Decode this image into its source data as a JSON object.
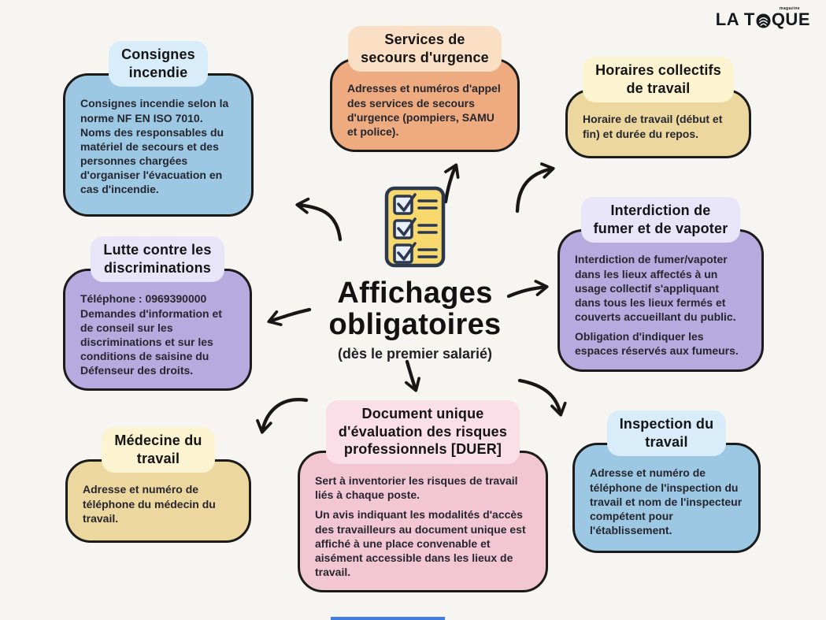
{
  "brand": {
    "part1": "LA T",
    "part2": "QUE",
    "tagline": "magazine"
  },
  "center": {
    "title": "Affichages\nobligatoires",
    "subtitle": "(dès le premier salarié)",
    "icon": "checklist-icon"
  },
  "palette": {
    "background": "#f7f5f2",
    "ink": "#1b1b1b",
    "body_text": "#26262e",
    "icon_yellow": "#f8d96d",
    "icon_navy": "#2c3850",
    "checkbox_fill": "#e9eefb"
  },
  "nodes": [
    {
      "id": "consignes-incendie",
      "title": "Consignes\nincendie",
      "body1": "Consignes incendie selon la norme NF EN ISO 7010. Noms des responsables du matériel de secours et des personnes chargées d'organiser l'évacuation en cas d'incendie.",
      "colors": {
        "pill": "#d8ecfa",
        "card": "#9cc8e4"
      }
    },
    {
      "id": "services-secours-urgence",
      "title": "Services de\nsecours d'urgence",
      "body1": "Adresses et numéros d'appel des services de secours d'urgence (pompiers, SAMU et police).",
      "colors": {
        "pill": "#fbdfc4",
        "card": "#eeab80"
      }
    },
    {
      "id": "horaires-collectifs",
      "title": "Horaires collectifs\nde travail",
      "body1": "Horaire de travail (début et fin) et durée du repos.",
      "colors": {
        "pill": "#fcf3d1",
        "card": "#ecd89e"
      }
    },
    {
      "id": "interdiction-fumer-vapoter",
      "title": "Interdiction de\nfumer et de vapoter",
      "body1": "Interdiction de fumer/vapoter dans les lieux affectés à un usage collectif s'appliquant dans tous les lieux fermés et couverts accueillant du public.",
      "body2": "Obligation d'indiquer les espaces réservés aux fumeurs.",
      "colors": {
        "pill": "#e8e5f8",
        "card": "#b6abdf"
      }
    },
    {
      "id": "lutte-discriminations",
      "title": "Lutte contre les\ndiscriminations",
      "body1": "Téléphone : 0969390000\nDemandes d'information et de conseil sur les discriminations et sur les conditions de saisine du Défenseur des droits.",
      "colors": {
        "pill": "#e8e5f8",
        "card": "#b6abdf"
      }
    },
    {
      "id": "medecine-travail",
      "title": "Médecine du\ntravail",
      "body1": "Adresse et numéro de téléphone du médecin du travail.",
      "colors": {
        "pill": "#fcf3d1",
        "card": "#ecd89e"
      }
    },
    {
      "id": "document-unique-duer",
      "title": "Document unique\nd'évaluation des risques\nprofessionnels [DUER]",
      "body1": "Sert à inventorier les risques de travail liés à chaque poste.",
      "body2": "Un avis indiquant les modalités d'accès des travailleurs au document unique est affiché à une place convenable et aisément accessible dans les lieux de travail.",
      "colors": {
        "pill": "#fadee8",
        "card": "#f3c6d4"
      }
    },
    {
      "id": "inspection-travail",
      "title": "Inspection du\ntravail",
      "body1": "Adresse et numéro de téléphone de l'inspection du travail et nom de l'inspecteur compétent pour l'établissement.",
      "colors": {
        "pill": "#d8ecfa",
        "card": "#9cc8e4"
      }
    }
  ]
}
